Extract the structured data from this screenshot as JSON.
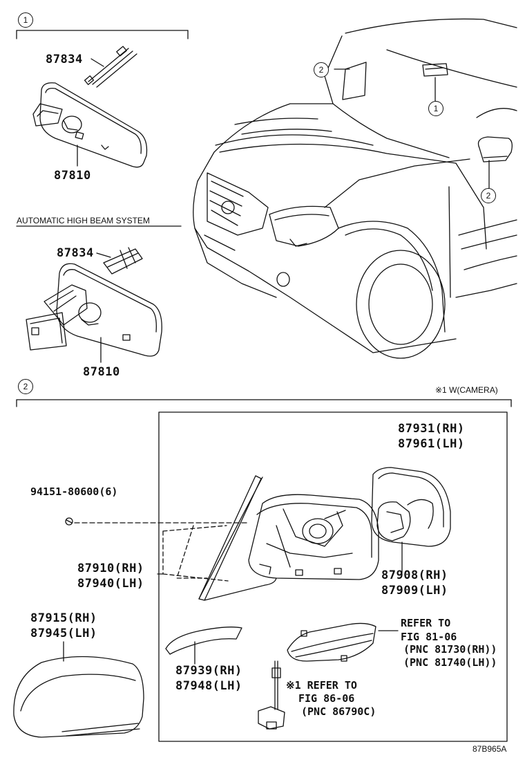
{
  "callouts": {
    "section1": "1",
    "section2": "2",
    "car_windshield": "2",
    "car_roof": "1",
    "car_mirror": "2"
  },
  "section1": {
    "upper": {
      "part_87834": "87834",
      "part_87810": "87810"
    },
    "system_label": "AUTOMATIC HIGH BEAM SYSTEM",
    "lower": {
      "part_87834": "87834",
      "part_87810": "87810"
    }
  },
  "section2": {
    "camera_note": "※1 W(CAMERA)",
    "bolt": "94151-80600(6)",
    "mirror_assy_rh": "87910(RH)",
    "mirror_assy_lh": "87940(LH)",
    "glass_rh": "87931(RH)",
    "glass_lh": "87961(LH)",
    "motor_rh": "87908(RH)",
    "motor_lh": "87909(LH)",
    "cover_rh": "87915(RH)",
    "cover_lh": "87945(LH)",
    "trim_rh": "87939(RH)",
    "trim_lh": "87948(LH)",
    "refer1_line1": "REFER TO",
    "refer1_line2": "FIG 81-06",
    "refer1_line3": "(PNC 81730(RH))",
    "refer1_line4": "(PNC 81740(LH))",
    "refer2_line1": "※1 REFER TO",
    "refer2_line2": "FIG 86-06",
    "refer2_line3": "(PNC 86790C)"
  },
  "figure_code": "87B965A"
}
